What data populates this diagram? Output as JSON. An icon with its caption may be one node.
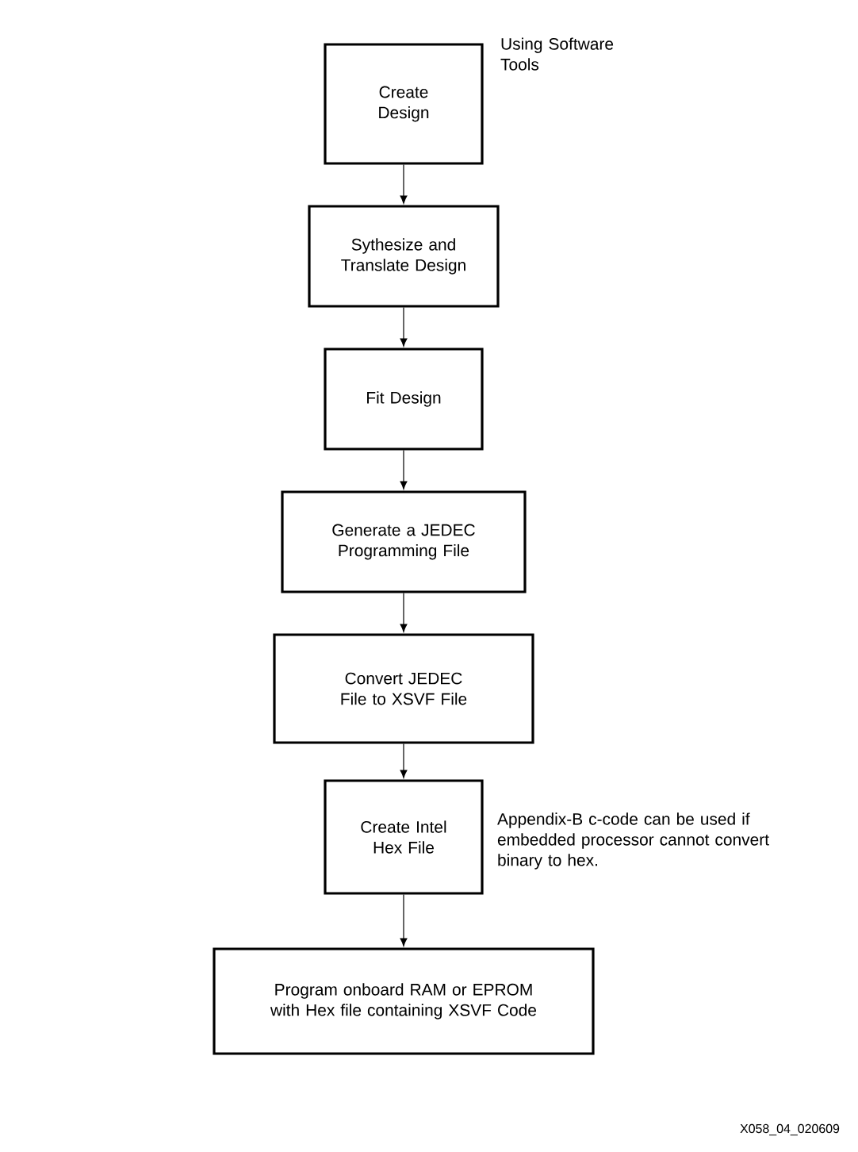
{
  "diagram": {
    "nodes": [
      {
        "text": [
          "Create Design"
        ],
        "beside": [
          "Using Software Tools"
        ]
      },
      {
        "text": [
          "Sythesize and Translate Design"
        ]
      },
      {
        "text": [
          "Fit Design"
        ]
      },
      {
        "text": [
          "Generate a JEDEC Programming File"
        ]
      },
      {
        "text": [
          "Convert JEDEC File to XSVF File"
        ]
      },
      {
        "text": [
          "Create Intel Hex File"
        ],
        "beside": [
          "Appendix-B c-code can be used if embedded processor cannot convert binary to hex."
        ]
      },
      {
        "text": [
          "Program onboard RAM or EPROM with Hex file containing XSVF Code"
        ]
      }
    ],
    "edges": [
      {
        "from": 0,
        "to": 1,
        "arrow": "to"
      },
      {
        "from": 1,
        "to": 2,
        "arrow": "to"
      },
      {
        "from": 2,
        "to": 3,
        "arrow": "to"
      },
      {
        "from": 3,
        "to": 4,
        "arrow": "to"
      },
      {
        "from": 4,
        "to": 5,
        "arrow": "to"
      },
      {
        "from": 5,
        "to": 6,
        "arrow": "to"
      }
    ],
    "labels": [
      "X058_04_020609"
    ]
  }
}
